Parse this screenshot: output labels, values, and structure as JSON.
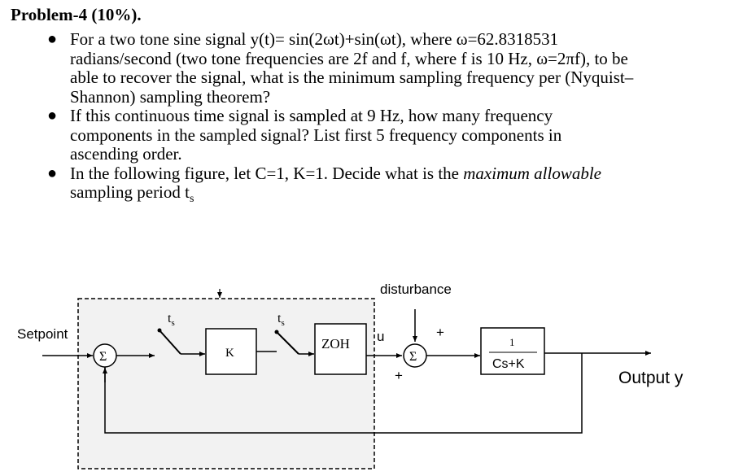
{
  "problem": {
    "title": "Problem-4 (10%).",
    "bullets": [
      {
        "lines": [
          "For a two tone sine signal y(t)= sin(2ωt)+sin(ωt), where ω=62.8318531",
          "radians/second (two tone frequencies are 2f and f, where f is 10 Hz, ω=2πf), to be",
          "able to recover the signal, what is the minimum sampling frequency per (Nyquist–",
          "Shannon) sampling theorem?"
        ]
      },
      {
        "lines": [
          "If this continuous time signal is sampled at 9 Hz, how many frequency",
          "components in the sampled signal? List first 5 frequency components in",
          "ascending order."
        ]
      },
      {
        "line1_prefix": "In the following figure, let C=1, K=1. Decide what is the ",
        "line1_emph": "maximum allowable",
        "line2_prefix": "sampling period t",
        "line2_sub": "s"
      }
    ]
  },
  "diagram": {
    "disturbance_label": "disturbance",
    "disturbance_sign": "+",
    "setpoint_label": "Setpoint",
    "sum1_symbol": "Σ",
    "sum2_symbol": "Σ",
    "sum2_lower_sign": "+",
    "switch1_label": "t",
    "switch1_sub": "s",
    "switch2_label": "t",
    "switch2_sub": "s",
    "gain_block": "K",
    "zoh_block": "ZOH",
    "u_label": "u",
    "plant_numerator": "1",
    "plant_denominator": "Cs+K",
    "output_label": "Output y",
    "colors": {
      "digital_region_fill": "#f2f2f2",
      "line": "#000000"
    }
  }
}
